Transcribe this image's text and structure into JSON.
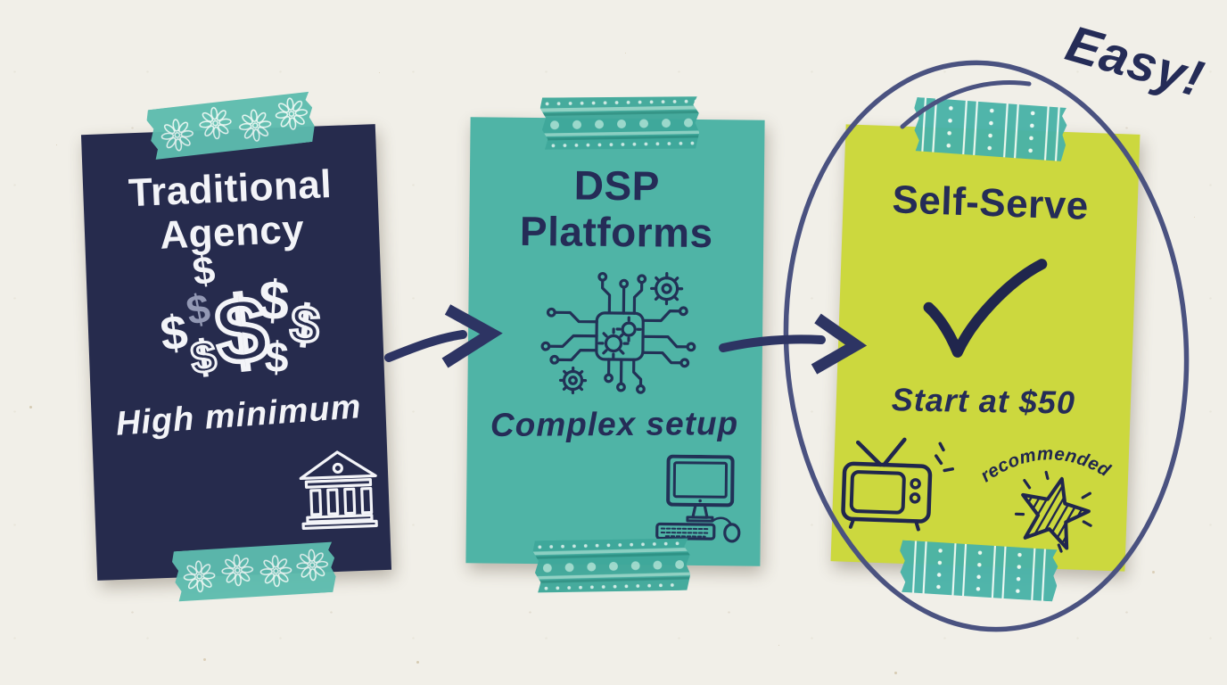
{
  "annotations": {
    "easy": "Easy!"
  },
  "cards": [
    {
      "name": "traditional-agency",
      "title_line1": "Traditional",
      "title_line2": "Agency",
      "note": "High minimum",
      "dollars": [
        "$",
        "$",
        "$",
        "$",
        "$",
        "$",
        "$",
        "$"
      ],
      "icons": [
        "dollar-signs-icon",
        "bank-icon",
        "washi-tape-flowers"
      ]
    },
    {
      "name": "dsp-platforms",
      "title_line1": "DSP",
      "title_line2": "Platforms",
      "note": "Complex setup",
      "icons": [
        "circuit-chip-icon",
        "desktop-computer-icon",
        "washi-tape-dots"
      ]
    },
    {
      "name": "self-serve",
      "title_line1": "Self-Serve",
      "note": "Start at $50",
      "badge": "recommended",
      "icons": [
        "checkmark-icon",
        "tv-icon",
        "star-icon",
        "washi-tape-stripes",
        "hand-drawn-circle"
      ]
    }
  ],
  "colors": {
    "paper": "#f1efe8",
    "navy_card": "#262b4d",
    "teal_card": "#4fb4a6",
    "lime_card": "#ccd83e",
    "ink": "#252c57",
    "ink_white": "#f3f4f8",
    "tape_flower": "#5dbcae",
    "tape_dots": "#3fa89b",
    "tape_stripes": "#49b2a8",
    "ellipse_ink": "#4a5280"
  }
}
